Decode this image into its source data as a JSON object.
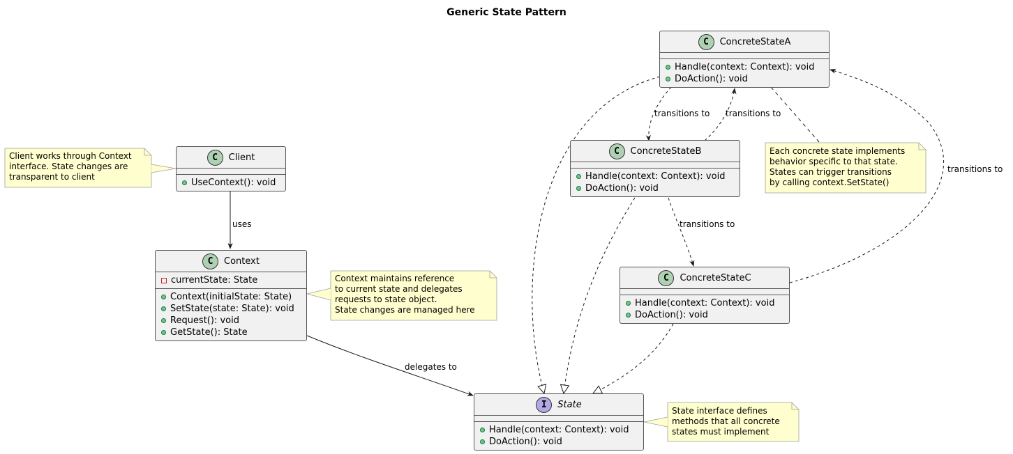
{
  "title": "Generic State Pattern",
  "classes": {
    "client": {
      "name": "Client",
      "stereotype": "C",
      "attributes": [],
      "methods": [
        "UseContext(): void"
      ]
    },
    "context": {
      "name": "Context",
      "stereotype": "C",
      "attributes": [
        "currentState: State"
      ],
      "methods": [
        "Context(initialState: State)",
        "SetState(state: State): void",
        "Request(): void",
        "GetState(): State"
      ]
    },
    "state": {
      "name": "State",
      "stereotype": "I",
      "attributes": [],
      "methods": [
        "Handle(context: Context): void",
        "DoAction(): void"
      ]
    },
    "concrete_a": {
      "name": "ConcreteStateA",
      "stereotype": "C",
      "attributes": [],
      "methods": [
        "Handle(context: Context): void",
        "DoAction(): void"
      ]
    },
    "concrete_b": {
      "name": "ConcreteStateB",
      "stereotype": "C",
      "attributes": [],
      "methods": [
        "Handle(context: Context): void",
        "DoAction(): void"
      ]
    },
    "concrete_c": {
      "name": "ConcreteStateC",
      "stereotype": "C",
      "attributes": [],
      "methods": [
        "Handle(context: Context): void",
        "DoAction(): void"
      ]
    }
  },
  "notes": {
    "client": [
      "Client works through Context",
      "interface. State changes are",
      "transparent to client"
    ],
    "context": [
      "Context maintains reference",
      "to current state and delegates",
      "requests to state object.",
      "State changes are managed here"
    ],
    "concrete": [
      "Each concrete state implements",
      "behavior specific to that state.",
      "States can trigger transitions",
      "by calling context.SetState()"
    ],
    "state": [
      "State interface defines",
      "methods that all concrete",
      "states must implement"
    ]
  },
  "edge_labels": {
    "uses": "uses",
    "delegates_to": "delegates to",
    "a_to_b": "transitions to",
    "b_to_a": "transitions to",
    "b_to_c": "transitions to",
    "c_to_a": "transitions to"
  },
  "colors": {
    "class_fill": "#f1f1f1",
    "note_fill": "#fefece",
    "class_badge": "#add1b2",
    "interface_badge": "#b4a7e5"
  }
}
